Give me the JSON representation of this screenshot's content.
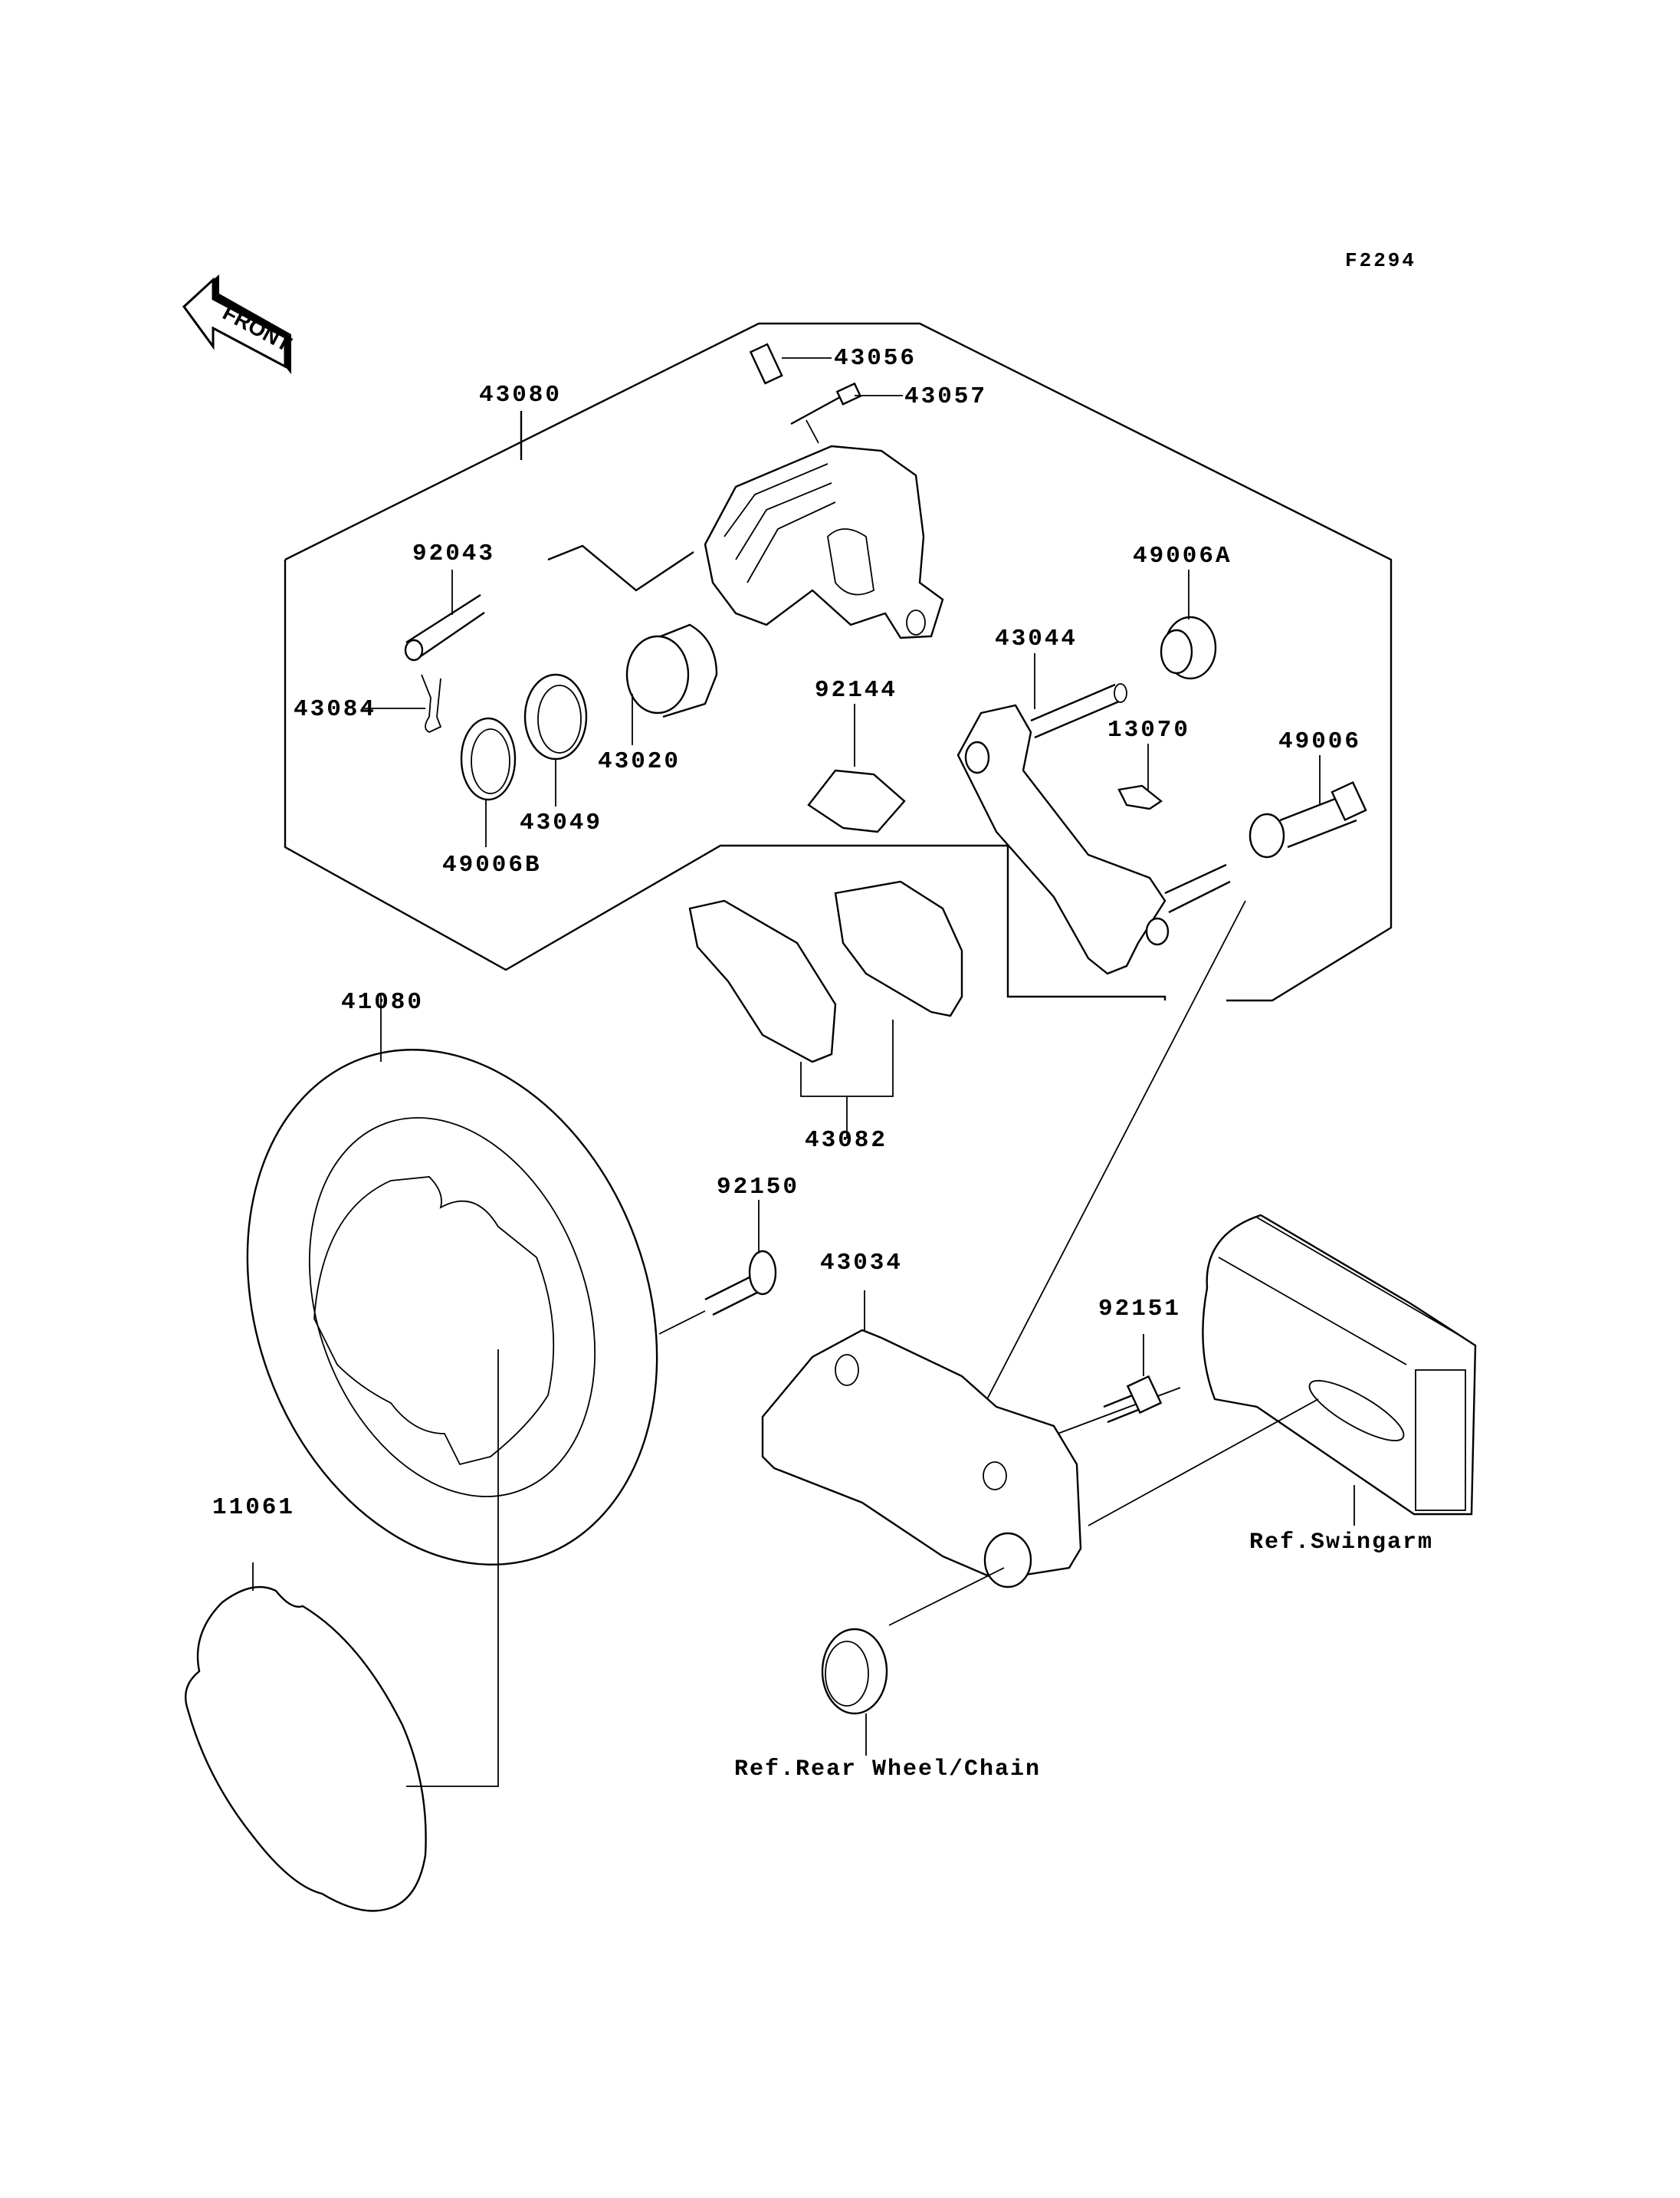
{
  "diagram": {
    "code": "F2294",
    "front_arrow": "FRONT",
    "labels": {
      "p43080": "43080",
      "p43056": "43056",
      "p43057": "43057",
      "p92043": "92043",
      "p43084": "43084",
      "p43020": "43020",
      "p43049": "43049",
      "p49006B": "49006B",
      "p92144": "92144",
      "p43044": "43044",
      "p49006A": "49006A",
      "p13070": "13070",
      "p49006": "49006",
      "p41080": "41080",
      "p43082": "43082",
      "p92150": "92150",
      "p43034": "43034",
      "p92151": "92151",
      "p11061": "11061",
      "ref_swingarm": "Ref.Swingarm",
      "ref_rear_wheel": "Ref.Rear Wheel/Chain"
    }
  }
}
